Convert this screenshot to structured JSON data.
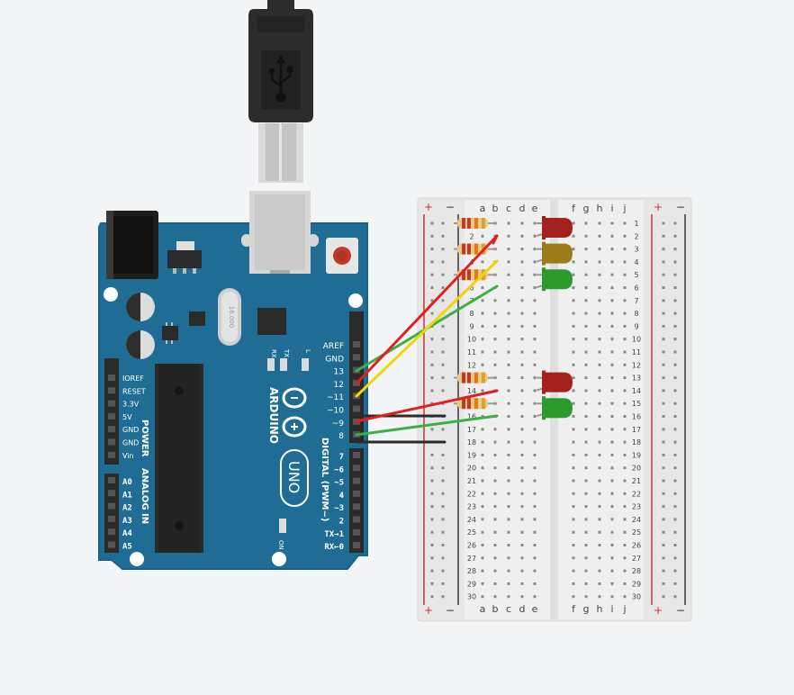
{
  "board": {
    "power_labels": [
      "IOREF",
      "RESET",
      "3.3V",
      "5V",
      "GND",
      "GND",
      "Vin"
    ],
    "power_title": "POWER",
    "analog_labels": [
      "A0",
      "A1",
      "A2",
      "A3",
      "A4",
      "A5"
    ],
    "analog_title": "ANALOG IN",
    "digital_top_labels": [
      "AREF",
      "GND",
      "13",
      "12",
      "~11",
      "~10",
      "~9",
      "8"
    ],
    "digital_bottom_labels": [
      "7",
      "~6",
      "~5",
      "4",
      "~3",
      "2",
      "TX→1",
      "RX←0"
    ],
    "digital_title": "DIGITAL (PWM~)",
    "brand_text": "ARDUINO",
    "model_text": "UNO",
    "crystal_text": "16.000",
    "rx_label": "RX",
    "tx_label": "TX",
    "l_label": "L",
    "on_label": "ON"
  },
  "breadboard": {
    "columns_left": [
      "a",
      "b",
      "c",
      "d",
      "e"
    ],
    "columns_right": [
      "f",
      "g",
      "h",
      "i",
      "j"
    ],
    "rows": [
      "1",
      "2",
      "3",
      "4",
      "5",
      "6",
      "7",
      "8",
      "9",
      "10",
      "11",
      "12",
      "13",
      "14",
      "15",
      "16",
      "17",
      "18",
      "19",
      "20",
      "21",
      "22",
      "23",
      "24",
      "25",
      "26",
      "27",
      "28",
      "29",
      "30"
    ],
    "plus_label": "+",
    "minus_label": "−"
  },
  "colors": {
    "board_blue": "#1f6d94",
    "board_dark": "#15506e",
    "header": "#2a2a2a",
    "wire_red": "#e02020",
    "wire_green": "#3cb043",
    "wire_yellow": "#f2d40a",
    "wire_black": "#2b2b2b",
    "led_red": "#a3211c",
    "led_yellow": "#9a7d18",
    "led_green": "#2e9a2e",
    "usb_black": "#2c2c2c",
    "breadboard": "#eaeaea",
    "rail_red": "#d23030",
    "rail_blue": "#3a3a3a"
  },
  "components": {
    "leds": [
      {
        "color": "red",
        "row": 1
      },
      {
        "color": "yellow",
        "row": 3
      },
      {
        "color": "green",
        "row": 5
      },
      {
        "color": "red",
        "row": 13
      },
      {
        "color": "green",
        "row": 15
      }
    ],
    "resistors": [
      {
        "row": 1
      },
      {
        "row": 3
      },
      {
        "row": 5
      },
      {
        "row": 13
      },
      {
        "row": 15
      }
    ]
  }
}
